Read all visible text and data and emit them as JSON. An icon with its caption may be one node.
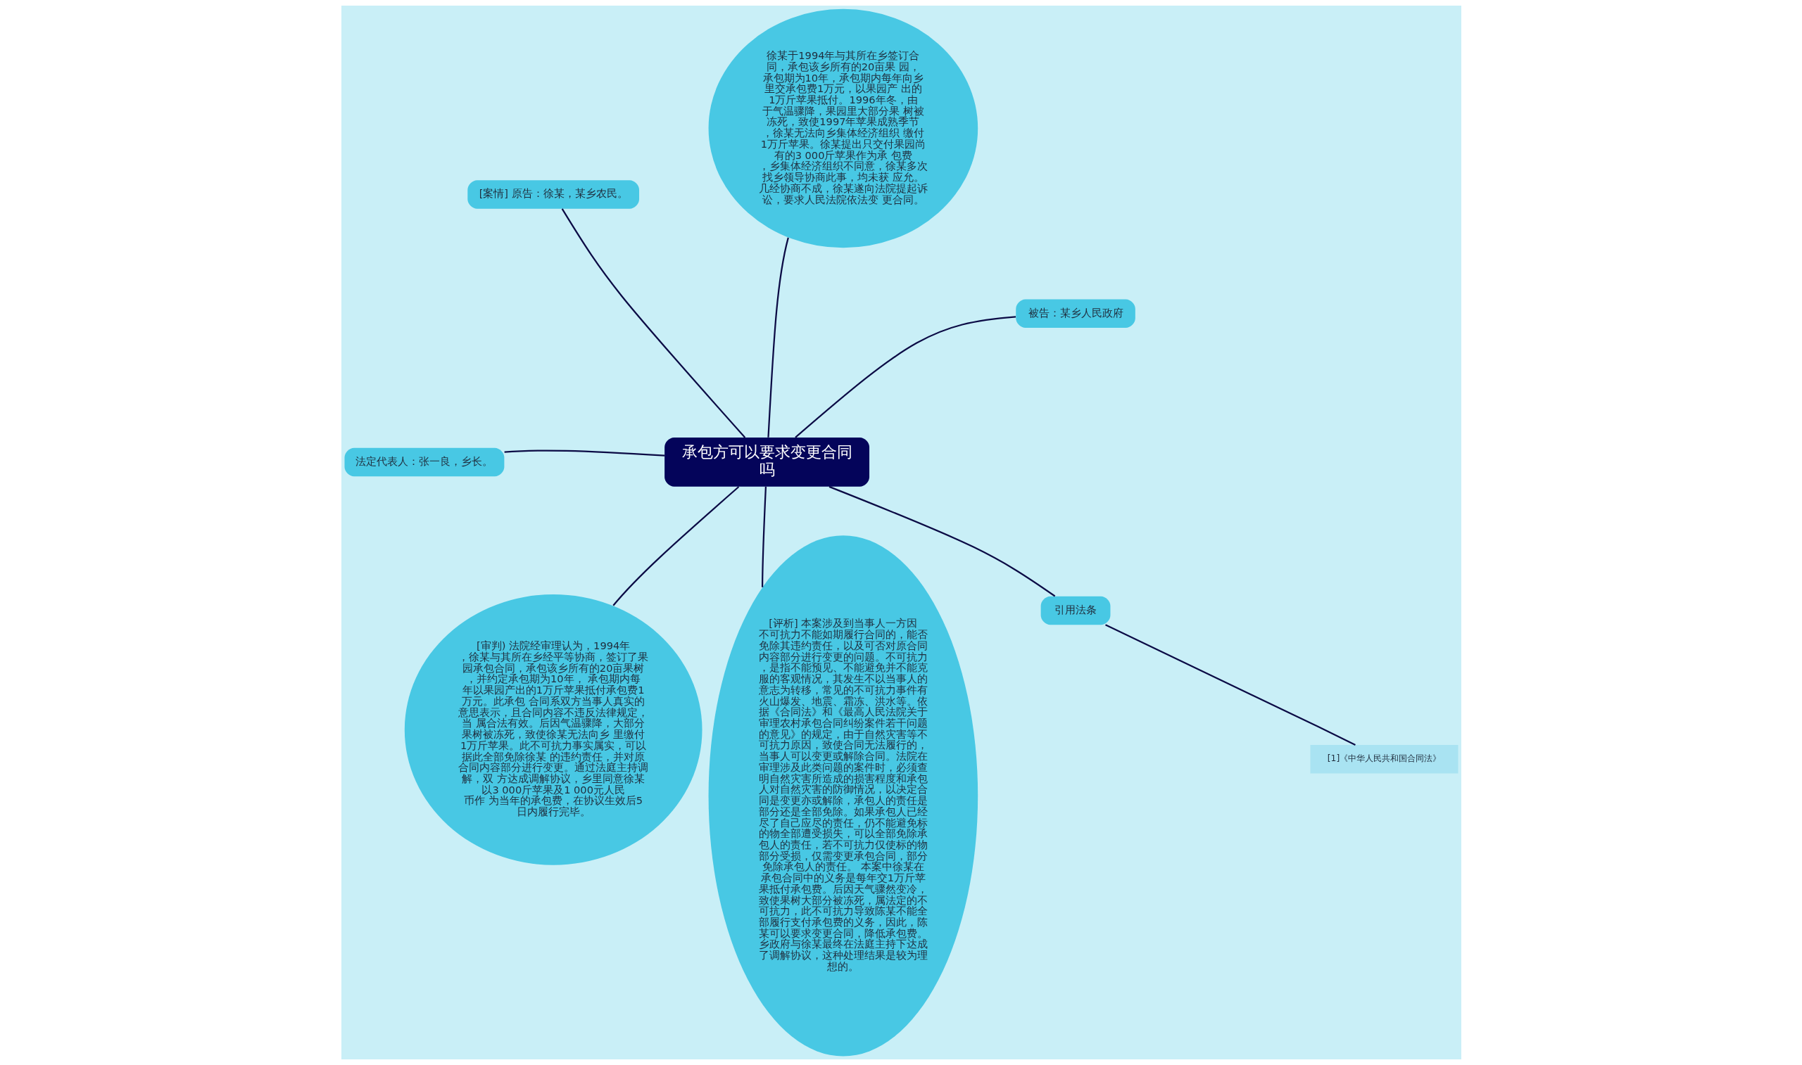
{
  "diagram": {
    "nodes": [
      {
        "text": [
          "承包方可以要求变更合同吗"
        ]
      },
      {
        "text": [
          "被告：某乡人民政府"
        ]
      },
      {
        "text": [
          "徐某于1994年与其所在乡签订合同，承包该乡所有的20亩果 园，承包期为10年，承包期内每年向乡里交承包费1万元，以果园产 出的1万斤苹果抵付。1996年冬，由于气温骤降，果园里大部分果 树被冻死，致使1997年苹果成熟季节，徐某无法向乡集体经济组织 缴付1万斤苹果。徐某提出只交付果园尚有的3 000斤苹果作为承 包费，乡集体经济组织不同意，徐某多次找乡领导协商此事，均未获 应允。几经协商不成，徐某遂向法院提起诉讼，要求人民法院依法变 更合同。"
        ]
      },
      {
        "text": [
          "[案情] 原告：徐某，某乡农民。"
        ]
      },
      {
        "text": [
          "法定代表人：张一良，乡长。"
        ]
      },
      {
        "text": [
          "[审判) 法院经审理认为，1994年，徐某与其所在乡经平等协商，签订了果园承包合同，承包该乡所有的20亩果树，并约定承包期为10年， 承包期内每年以果园产出的1万斤苹果抵付承包费1万元。此承包 合同系双方当事人真实的意思表示，且合同内容不违反法律规定，当 属合法有效。后因气温骤降，大部分果树被冻死，致使徐某无法向乡 里缴付1万斤苹果。此不可抗力事实属实，可以据此全部免除徐某 的违约责任，并对原合同内容部分进行变更。通过法庭主持调解，双 方达成调解协议，乡里同意徐某以3 000斤苹果及1 000元人民币作 为当年的承包费，在协议生效后5日内履行完毕。"
        ]
      },
      {
        "text": [
          "[评析] 本案涉及到当事人一方因不可抗力不能如期履行合同的，能否免除其违约责任，以及可否对原合同内容部分进行变更的问题。不可抗力，是指不能预见、不能避免并不能克服的客观情况，其发生不以当事人的意志为转移，常见的不可抗力事件有火山爆发、地震、霜冻、洪水等。依据《合同法》和《最高人民法院关于审理农村承包合同纠纷案件若干问题的意见》的规定，由于自然灾害等不可抗力原因，致使合同无法履行的，当事人可以变更或解除合同。法院在审理涉及此类问题的案件时，必须查明自然灾害所造成的损害程度和承包人对自然灾害的防御情况，以决定合同是变更亦或解除，承包人的责任是部分还是全部免除。如果承包人已经尽了自己应尽的责任，仍不能避免标的物全部遭受损失，可以全部免除承包人的责任，若不可抗力仅使标的物部分受损，仅需变更承包合同，部分免除承包人的责任。 本案中徐某在承包合同中的义务是每年交1万斤苹果抵付承包费。后因天气骤然变冷，致使果树大部分被冻死，属法定的不可抗力，此不可抗力导致陈某不能全部履行支付承包费的义务，因此，陈某可以要求变更合同，降低承包费。乡政府与徐某最终在法庭主持下达成了调解协议，这种处理结果是较为理想的。"
        ]
      },
      {
        "text": [
          "引用法条"
        ]
      },
      {
        "text": [
          "[1]《中华人民共和国合同法》"
        ]
      }
    ],
    "edges": [
      {
        "from": 0,
        "to": 1,
        "arrow": "none"
      },
      {
        "from": 0,
        "to": 2,
        "arrow": "none"
      },
      {
        "from": 0,
        "to": 3,
        "arrow": "none"
      },
      {
        "from": 0,
        "to": 4,
        "arrow": "none"
      },
      {
        "from": 0,
        "to": 5,
        "arrow": "none"
      },
      {
        "from": 0,
        "to": 6,
        "arrow": "none"
      },
      {
        "from": 0,
        "to": 7,
        "arrow": "none"
      },
      {
        "from": 7,
        "to": 8,
        "arrow": "none"
      }
    ]
  }
}
